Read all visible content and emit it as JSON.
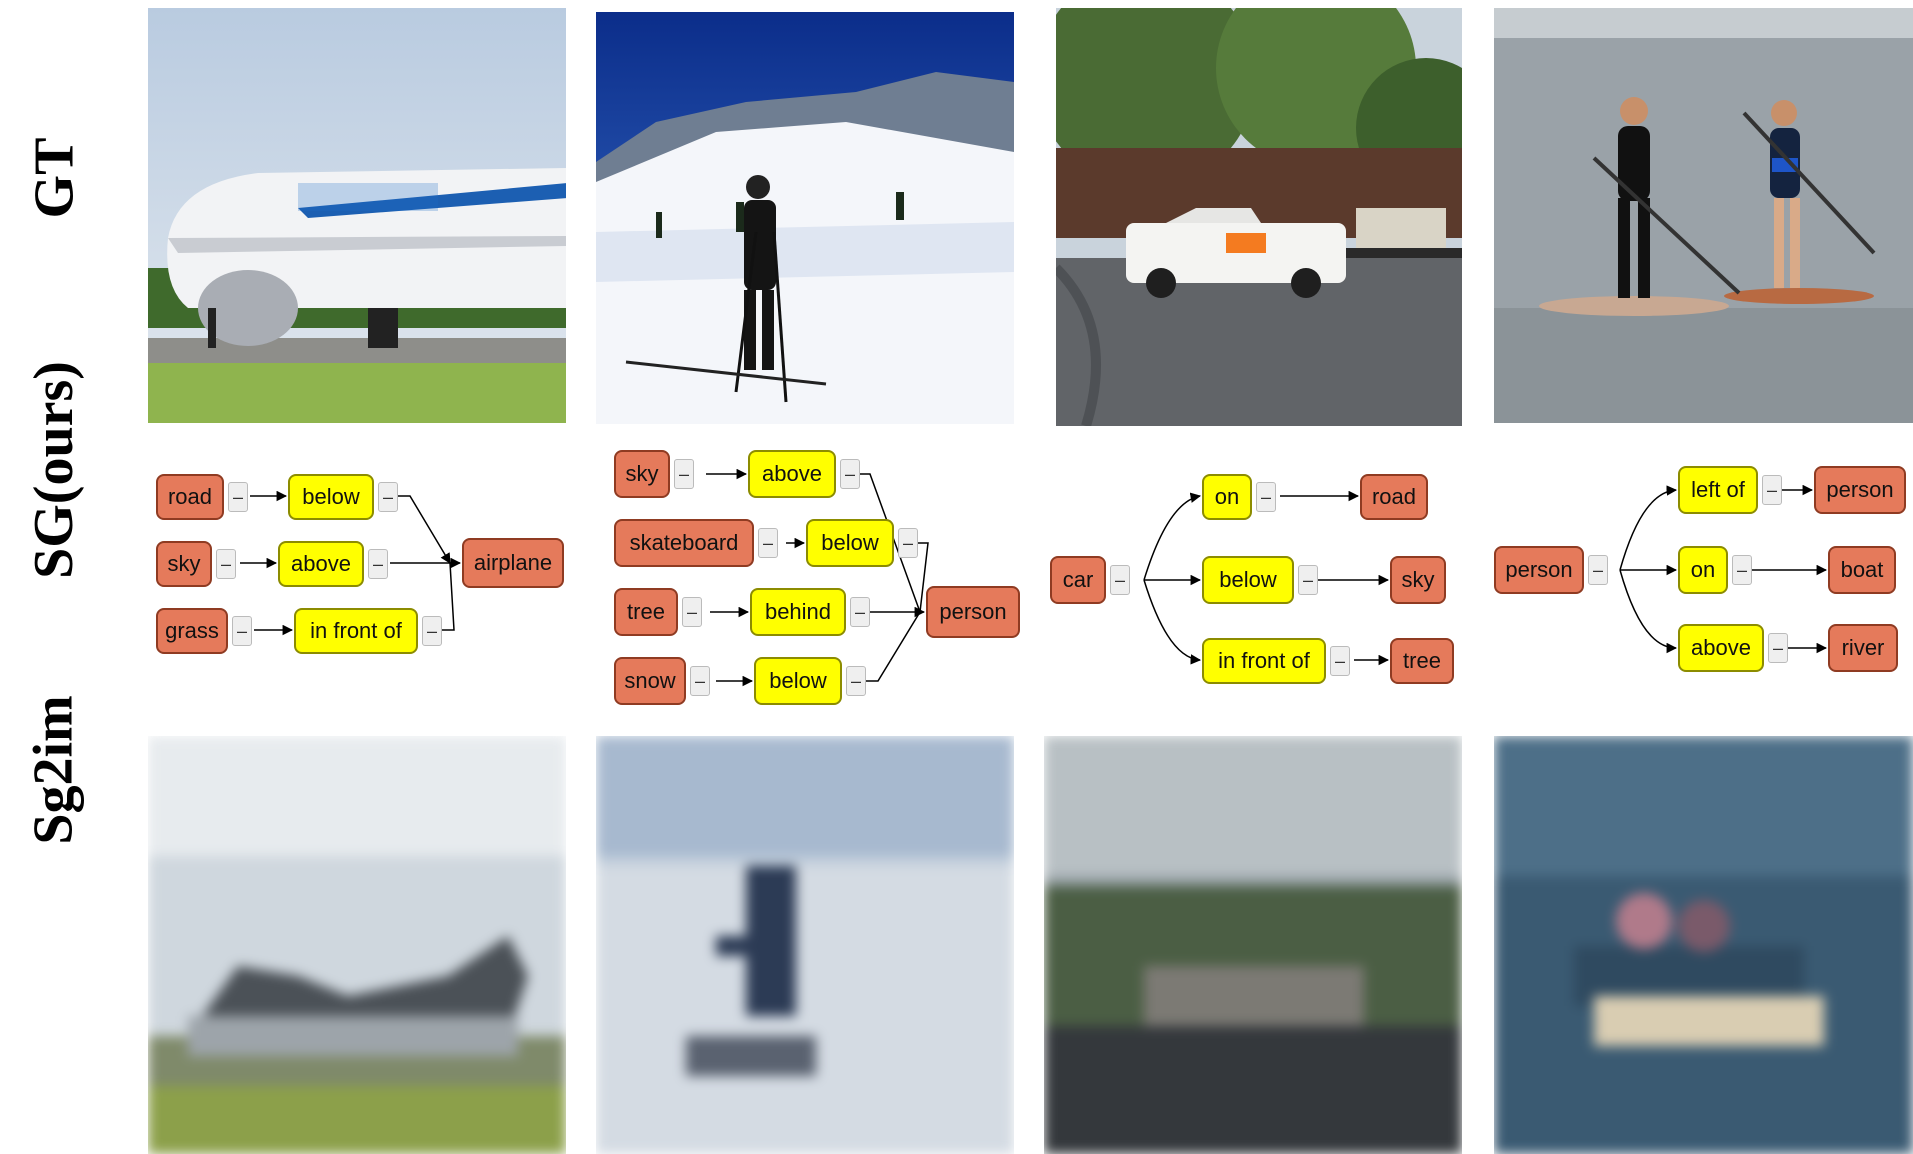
{
  "rows": {
    "gt": "GT",
    "sg": "SG(ours)",
    "sg2im": "Sg2im"
  },
  "images": {
    "gt": [
      "airplane on runway photo",
      "skier on snowy mountain photo",
      "pickup truck on road photo",
      "two people paddleboarding photo"
    ],
    "sg2im": [
      "generated airplane image",
      "generated skier image",
      "generated street image",
      "generated boat image"
    ]
  },
  "graphs": [
    {
      "relations": [
        {
          "subject": "road",
          "predicate": "below",
          "object": "airplane"
        },
        {
          "subject": "sky",
          "predicate": "above",
          "object": "airplane"
        },
        {
          "subject": "grass",
          "predicate": "in front of",
          "object": "airplane"
        }
      ]
    },
    {
      "relations": [
        {
          "subject": "sky",
          "predicate": "above",
          "object": "person"
        },
        {
          "subject": "skateboard",
          "predicate": "below",
          "object": "person"
        },
        {
          "subject": "tree",
          "predicate": "behind",
          "object": "person"
        },
        {
          "subject": "snow",
          "predicate": "below",
          "object": "person"
        }
      ]
    },
    {
      "relations": [
        {
          "subject": "car",
          "predicate": "on",
          "object": "road"
        },
        {
          "subject": "car",
          "predicate": "below",
          "object": "sky"
        },
        {
          "subject": "car",
          "predicate": "in front of",
          "object": "tree"
        }
      ]
    },
    {
      "relations": [
        {
          "subject": "person",
          "predicate": "left of",
          "object": "person"
        },
        {
          "subject": "person",
          "predicate": "on",
          "object": "boat"
        },
        {
          "subject": "person",
          "predicate": "above",
          "object": "river"
        }
      ]
    }
  ],
  "minus_symbol": "–",
  "colors": {
    "object_node": "#e57a5b",
    "relation_node": "#ffff00"
  }
}
